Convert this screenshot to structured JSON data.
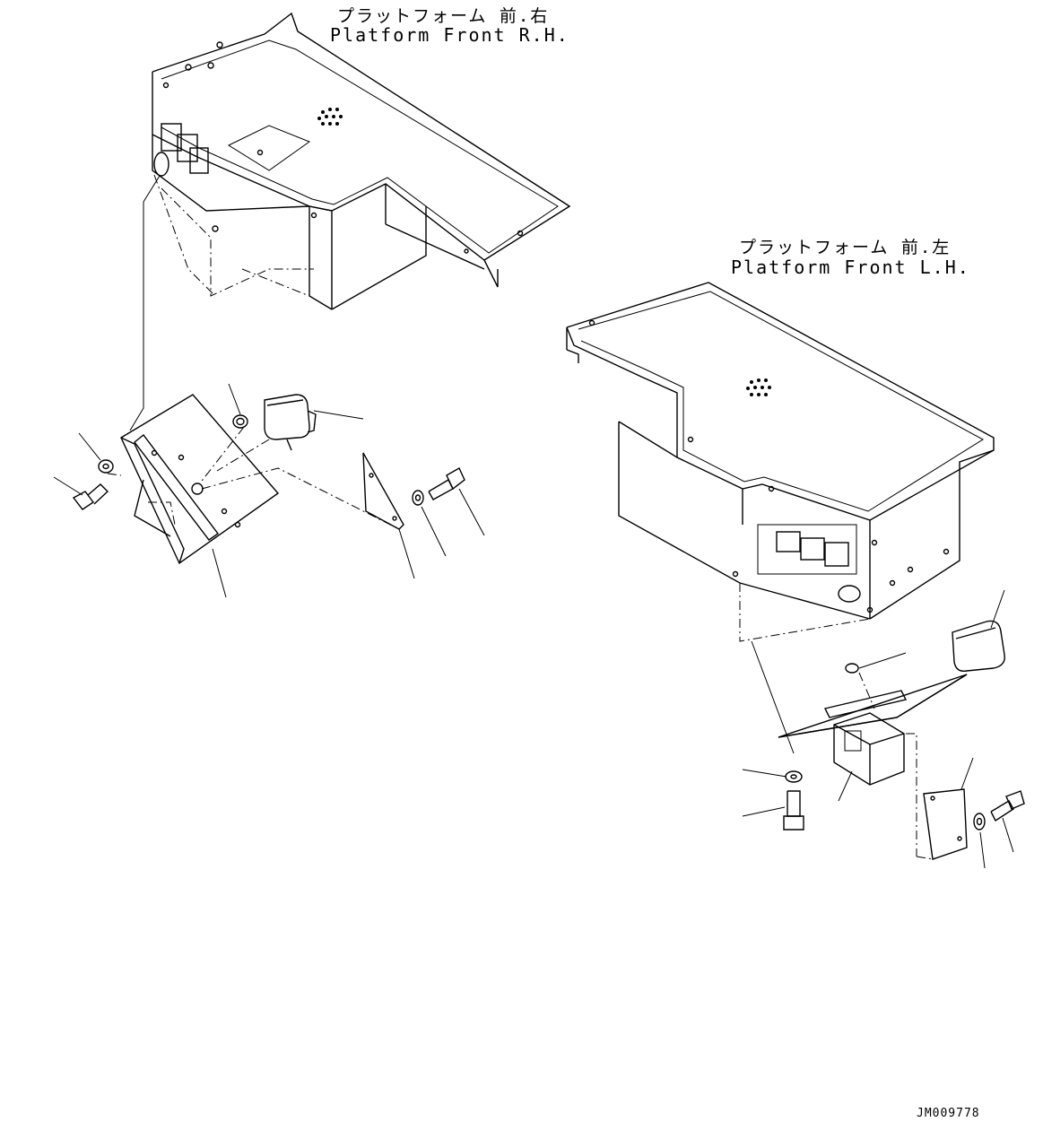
{
  "labels": {
    "rh_jp": "プラットフォーム 前.右",
    "rh_en": "Platform Front R.H.",
    "lh_jp": "プラットフォーム 前.左",
    "lh_en": "Platform Front L.H.",
    "drawing_code": "JM009778"
  }
}
